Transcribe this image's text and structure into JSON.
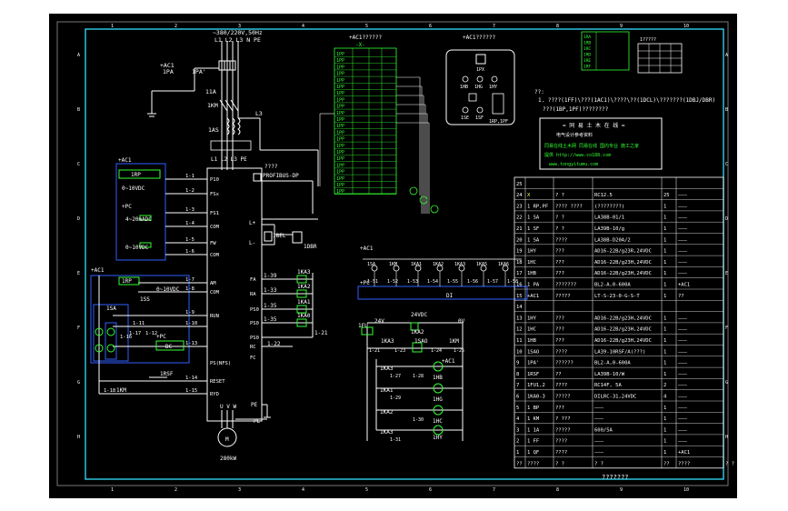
{
  "colors": {
    "background": "#000000",
    "frame": "#33e0ff",
    "wire": "#ffffff",
    "component": "#33ff33",
    "label": "#ffff55",
    "blue_group": "#3060ff",
    "red": "#ff3333"
  },
  "frame": {
    "top_numbers": [
      "1",
      "2",
      "3",
      "4",
      "5",
      "6",
      "7",
      "8",
      "9",
      "10"
    ],
    "side_letters": [
      "A",
      "B",
      "C",
      "D",
      "E",
      "F",
      "G",
      "H"
    ]
  },
  "power": {
    "supply": "~380/220V,50Hz",
    "phases": "L1 L2 L3 N PE",
    "breakers": [
      "1PA",
      "1PA'"
    ],
    "current": "11A",
    "contactor": "1KM",
    "reactor": "L3",
    "breaker2": "1AS",
    "ac1": "+AC1"
  },
  "inverter": {
    "top_terminals": "L1 L2 L3 PE",
    "left_terminals": [
      "P10",
      "FSx",
      "FS1",
      "COM",
      "FW",
      "COM",
      "AM",
      "COM",
      "RUN",
      "PS(NFS)",
      "RESET",
      "RYD"
    ],
    "right_terminals": [
      "FA",
      "RA",
      "PS0",
      "PS0",
      "PS0",
      "RC",
      "FC"
    ],
    "bottom_terminals": "U V W",
    "pe": "PE",
    "profibus": "PROFIBUS-DP",
    "question": "????",
    "motor": "M",
    "motor_power": "280kW",
    "plus": "L+",
    "minus": "L-"
  },
  "control": {
    "pot_label": "1RP",
    "range1": "0~10VDC",
    "range2": "4~20mADC",
    "range3": "0~10VDC",
    "range4": "0~10VDC",
    "ac1_b": "+AC1",
    "pc": "+PC",
    "pc2": "+PC",
    "wires": [
      "1-1",
      "1-2",
      "1-3",
      "1-4",
      "1-5",
      "1-6",
      "1-7",
      "1-8",
      "1-9",
      "1-10",
      "1-11",
      "1-12",
      "1-13",
      "1-14",
      "1-15",
      "1-16",
      "1-17",
      "1-18"
    ],
    "ss": "1SS",
    "sa": "1SA",
    "rsf": "1RSF",
    "km": "1KM",
    "dc": "DC"
  },
  "relays": {
    "labels": [
      "1KA3",
      "1KA2",
      "1KA1",
      "1KA0"
    ],
    "wires": [
      "1-39",
      "1-33",
      "1-35",
      "1-35",
      "1-22",
      "1-21"
    ],
    "bg": "1DBR",
    "bel": "1BEL"
  },
  "di_block": {
    "title": "+AC1",
    "terminals": [
      "1SA",
      "1KM",
      "1KA1",
      "1KA2",
      "1KA3",
      "1KA5",
      "1KA6"
    ],
    "wires": [
      "1-51",
      "1-52",
      "1-53",
      "1-54",
      "1-55",
      "1-56",
      "1-57",
      "1-58"
    ],
    "pc": "+PC",
    "di": "DI"
  },
  "ctrl_circuit": {
    "v24": "24VDC",
    "fu": "1FU",
    "v24a": "24V",
    "v0": "0V",
    "rows": [
      {
        "coil": "1KA3",
        "lamp": "1HB"
      },
      {
        "coil": "1KA1",
        "lamp": "1HG"
      },
      {
        "coil": "1KA2",
        "lamp": "1HC"
      },
      {
        "coil": "1KA3",
        "lamp": "1HY"
      }
    ],
    "wires": [
      "1-21",
      "1-23",
      "1-24",
      "1-25",
      "1-27",
      "1-28",
      "1-29",
      "1-30",
      "1-31"
    ],
    "sao": "1SAO",
    "km": "1KM",
    "ka2": "1KA2",
    "ac1": "+AC1"
  },
  "panel": {
    "title": "+AC1??????",
    "labels": [
      "1PX",
      "1HB",
      "1HG",
      "1HY",
      "1SE",
      "1SF",
      "1RP,1PF"
    ]
  },
  "terminal_table": {
    "title": "+AC1??????",
    "header": "-X-",
    "rows": [
      "1PP",
      "1PP",
      "1PP",
      "1PP",
      "1PP",
      "1PP",
      "1PP",
      "1PP",
      "1PP",
      "1PP",
      "1PP",
      "1PP",
      "1PP",
      "1PP",
      "1PP",
      "1PP",
      "1PP",
      "1PP",
      "1PP",
      "1PP",
      "1PP",
      "1PP"
    ]
  },
  "notes": {
    "mark": "??:",
    "line1": "1. ????(1FF)\\???(1AC1)\\????\\??(1DCL)\\???????(1DBJ/DBR)",
    "line2": "???(1BP,1PF)????????"
  },
  "stamp": {
    "line1": "= 同 易 土 木 在 线 =",
    "line2": "电气设计参考资料",
    "line3": "同易在线土木网 同易在线 国内专业  施工之家",
    "line4": "提供 http://www.co188.com",
    "line5": "www.tongyitumu.com"
  },
  "small_table": {
    "title": "1?????",
    "rows": [
      "1RA",
      "1RB",
      "1RC",
      "1RD",
      "1RE",
      "1RF"
    ]
  },
  "parts": {
    "rows": [
      {
        "no": "25",
        "code": "",
        "name": "",
        "model": "",
        "qty": "",
        "note": ""
      },
      {
        "no": "24",
        "code": "X",
        "name": "? ?",
        "model": "RC12.5",
        "qty": "25",
        "note": "———"
      },
      {
        "no": "23",
        "code": "1 RP,PF",
        "name": "???? ????",
        "model": "(????????)",
        "qty": "1",
        "note": "———"
      },
      {
        "no": "22",
        "code": "1 SA",
        "name": "? ?",
        "model": "LA38B-01/1",
        "qty": "1",
        "note": "———"
      },
      {
        "no": "21",
        "code": "1 SF",
        "name": "? ?",
        "model": "LA39B-10/g",
        "qty": "1",
        "note": "———"
      },
      {
        "no": "20",
        "code": "1 SA",
        "name": "????",
        "model": "LA38B-D20A/2",
        "qty": "1",
        "note": "———"
      },
      {
        "no": "19",
        "code": "1HY",
        "name": "???",
        "model": "AD16-22B/g23R,24VDC",
        "qty": "1",
        "note": "———"
      },
      {
        "no": "18",
        "code": "1HC",
        "name": "???",
        "model": "AD16-22B/g23H,24VDC",
        "qty": "1",
        "note": "———"
      },
      {
        "no": "17",
        "code": "1HB",
        "name": "???",
        "model": "AD16-22B/g23H,24VDC",
        "qty": "1",
        "note": "———"
      },
      {
        "no": "16",
        "code": "1 PA",
        "name": "???????",
        "model": "BL2-A,0-600A",
        "qty": "1",
        "note": "+AC1"
      },
      {
        "no": "15",
        "code": "+AC1",
        "name": "?????",
        "model": "LT-S-23-0-G-S-T",
        "qty": "1",
        "note": "??"
      },
      {
        "no": "14",
        "code": "",
        "name": "",
        "model": "",
        "qty": "",
        "note": ""
      },
      {
        "no": "13",
        "code": "1HY",
        "name": "???",
        "model": "AD16-22B/g23H,24VDC",
        "qty": "1",
        "note": "———"
      },
      {
        "no": "12",
        "code": "1HC",
        "name": "???",
        "model": "AD16-22B/g23H,24VDC",
        "qty": "1",
        "note": "———"
      },
      {
        "no": "11",
        "code": "1HB",
        "name": "???",
        "model": "AD16-22B/g23H,24VDC",
        "qty": "1",
        "note": "———"
      },
      {
        "no": "10",
        "code": "1SAO",
        "name": "????",
        "model": "LA39-10RSF/A(???)",
        "qty": "1",
        "note": "———"
      },
      {
        "no": "9",
        "code": "1PA'",
        "name": "??????",
        "model": "BL2-A,0-600A",
        "qty": "1",
        "note": "———"
      },
      {
        "no": "8",
        "code": "1RSF",
        "name": "??",
        "model": "LA39B-10/W",
        "qty": "1",
        "note": "———"
      },
      {
        "no": "7",
        "code": "1FU1,2",
        "name": "????",
        "model": "RC14F, 5A",
        "qty": "2",
        "note": "———"
      },
      {
        "no": "6",
        "code": "1KA0-3",
        "name": "?????",
        "model": "DILRC-31,24VDC",
        "qty": "4",
        "note": "———"
      },
      {
        "no": "5",
        "code": "1 BP",
        "name": "???",
        "model": "———",
        "qty": "1",
        "note": "———"
      },
      {
        "no": "4",
        "code": "1 KM",
        "name": "? ???",
        "model": "———",
        "qty": "1",
        "note": "———"
      },
      {
        "no": "3",
        "code": "1 1A",
        "name": "?????",
        "model": "600/5A",
        "qty": "1",
        "note": "———"
      },
      {
        "no": "2",
        "code": "1 FF",
        "name": "????",
        "model": "———",
        "qty": "1",
        "note": "———"
      },
      {
        "no": "1",
        "code": "1 QF",
        "name": "????",
        "model": "———",
        "qty": "1",
        "note": "+AC1"
      }
    ],
    "footer": [
      "??",
      "????",
      "? ?",
      "? ?",
      "??",
      "????",
      "? ?"
    ],
    "bottom_title": "???????"
  }
}
